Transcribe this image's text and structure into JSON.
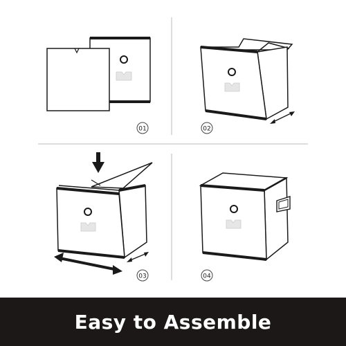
{
  "steps": [
    {
      "number": "01"
    },
    {
      "number": "02"
    },
    {
      "number": "03"
    },
    {
      "number": "04"
    }
  ],
  "banner": {
    "text": "Easy to Assemble"
  },
  "colors": {
    "line": "#1a1a1a",
    "panel_fill": "#ffffff",
    "divider": "#bbbbbb",
    "banner_bg": "#1b1817",
    "banner_text": "#ffffff",
    "label_fill": "#e6e6e6"
  },
  "icons": [
    "down-arrow-icon",
    "double-arrow-icon",
    "handle-hole-icon",
    "side-handle-icon"
  ]
}
